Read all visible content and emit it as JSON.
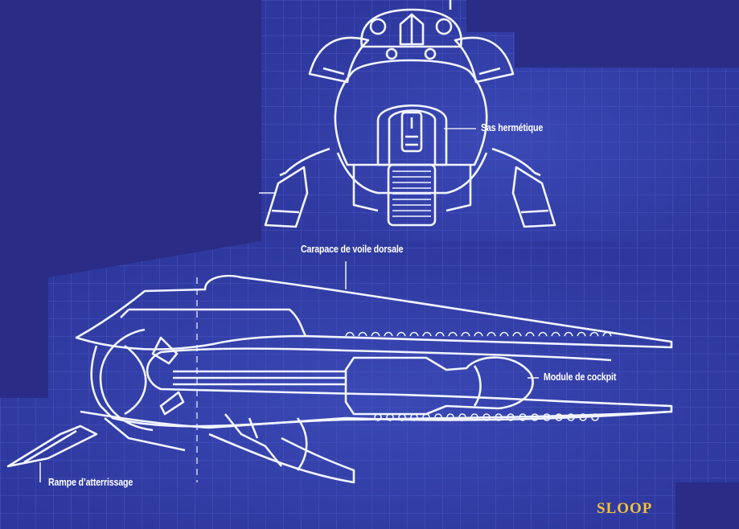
{
  "labels": {
    "airlock": "Sas hermétique",
    "dorsal_shell": "Carapace de voile dorsale",
    "cockpit_module": "Module de cockpit",
    "landing_ramp": "Rampe d’atterrissage"
  },
  "title": "SLOOP",
  "colors": {
    "background": "#2b2c86",
    "blueprint_panel": "#2f3aa0",
    "grid": "#4a57c2",
    "line": "#f2f5ff",
    "title": "#f1c232"
  }
}
